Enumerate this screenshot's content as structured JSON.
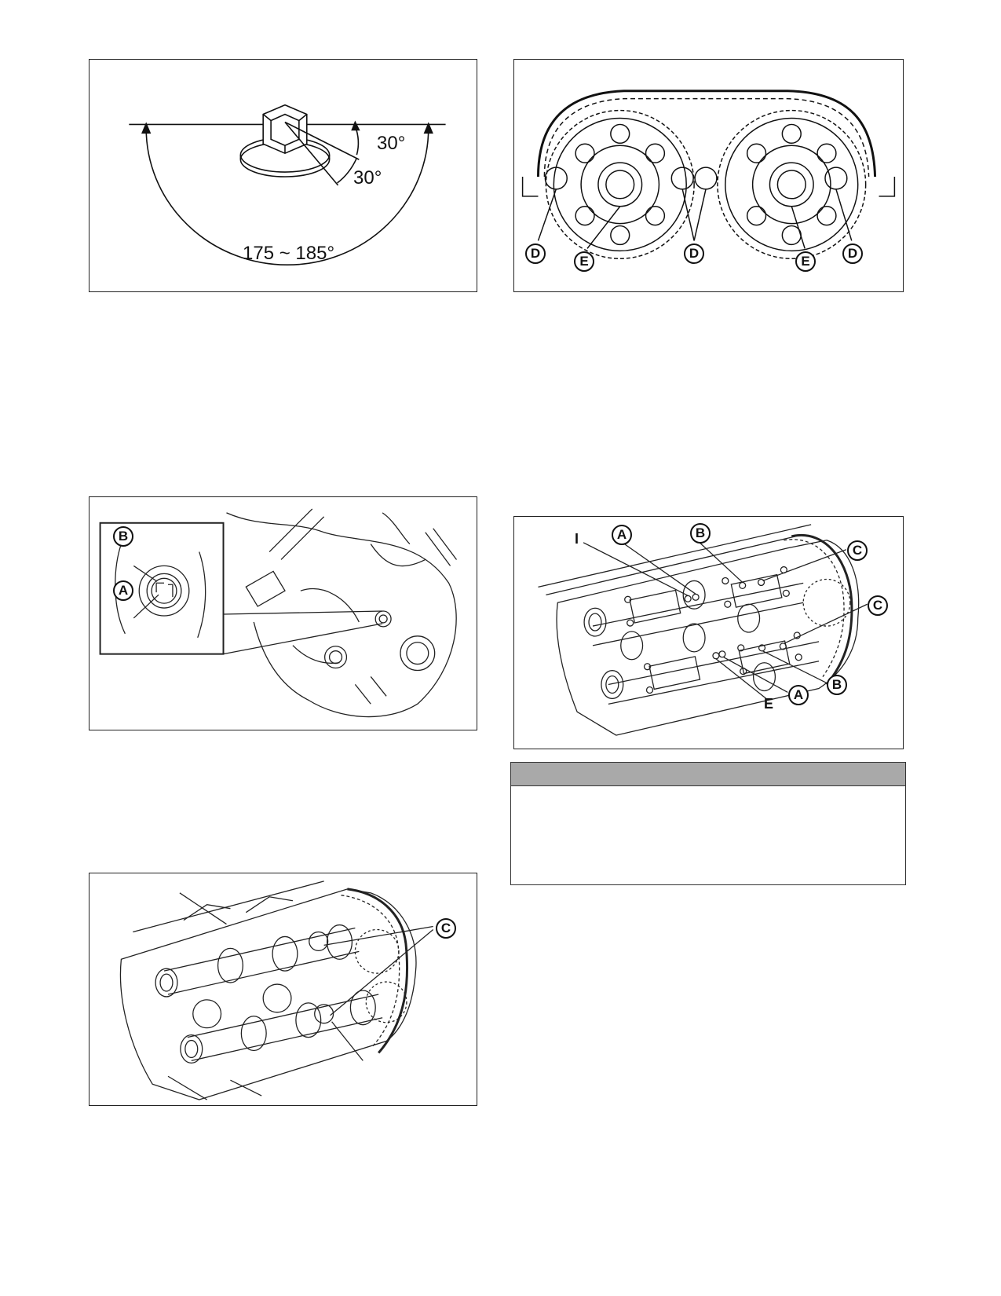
{
  "figure1": {
    "angle_upper": "30°",
    "angle_lower": "30°",
    "angle_range": "175 ~ 185°"
  },
  "figure2": {
    "labels": [
      "D",
      "E",
      "D",
      "E",
      "D"
    ]
  },
  "figure3": {
    "labels": [
      "B",
      "A"
    ]
  },
  "figure4": {
    "labels": [
      "I",
      "A",
      "B",
      "C",
      "C",
      "B",
      "A",
      "E"
    ]
  },
  "figure5": {
    "labels": [
      "C"
    ]
  },
  "note": {
    "header": "",
    "body": ""
  }
}
